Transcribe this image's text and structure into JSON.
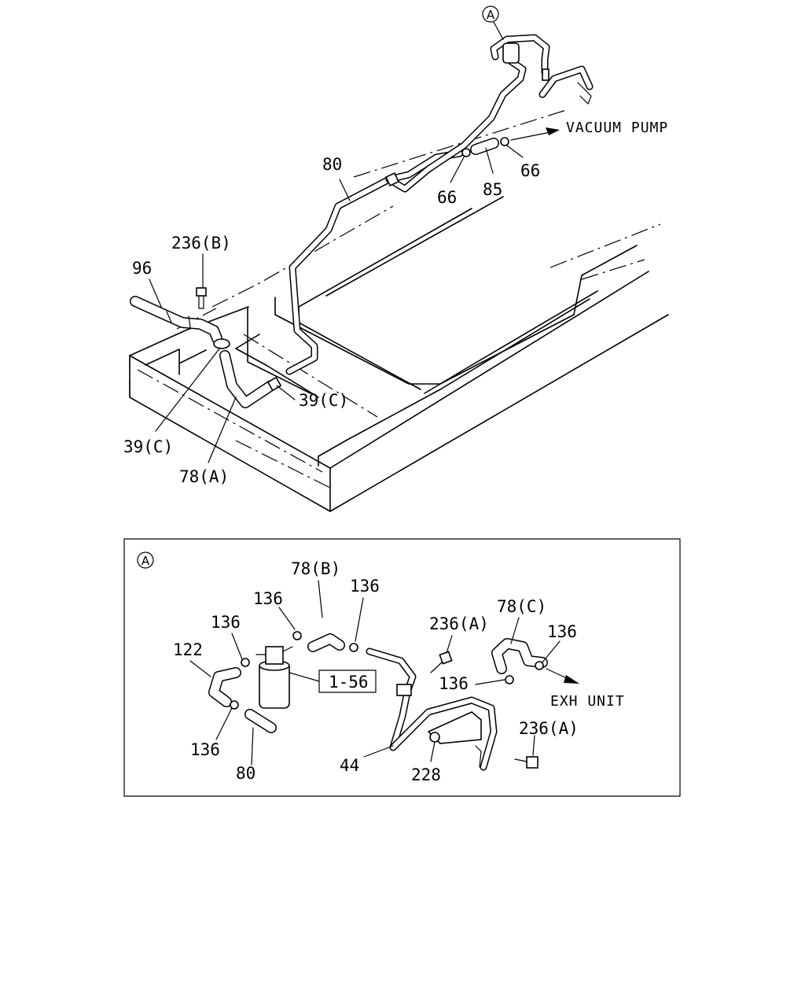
{
  "callout_marker": "A",
  "top_view": {
    "labels": {
      "p80": "80",
      "p236b": "236(B)",
      "p96": "96",
      "p39c_right": "39(C)",
      "p39c_left": "39(C)",
      "p78a": "78(A)",
      "p66_a": "66",
      "p85": "85",
      "p66_b": "66"
    },
    "vacuum_pump": "VACUUM PUMP"
  },
  "detail_view": {
    "labels": {
      "p78b": "78(B)",
      "p136_top_mid": "136",
      "p136_top_left": "136",
      "p136_left": "136",
      "p122": "122",
      "p136_bottom": "136",
      "p80": "80",
      "p236a_top": "236(A)",
      "p78c": "78(C)",
      "p136_right": "136",
      "p136_mid": "136",
      "p44": "44",
      "p228": "228",
      "p236a_bottom": "236(A)"
    },
    "ref_box": "1-56",
    "exh_unit": "EXH UNIT"
  }
}
